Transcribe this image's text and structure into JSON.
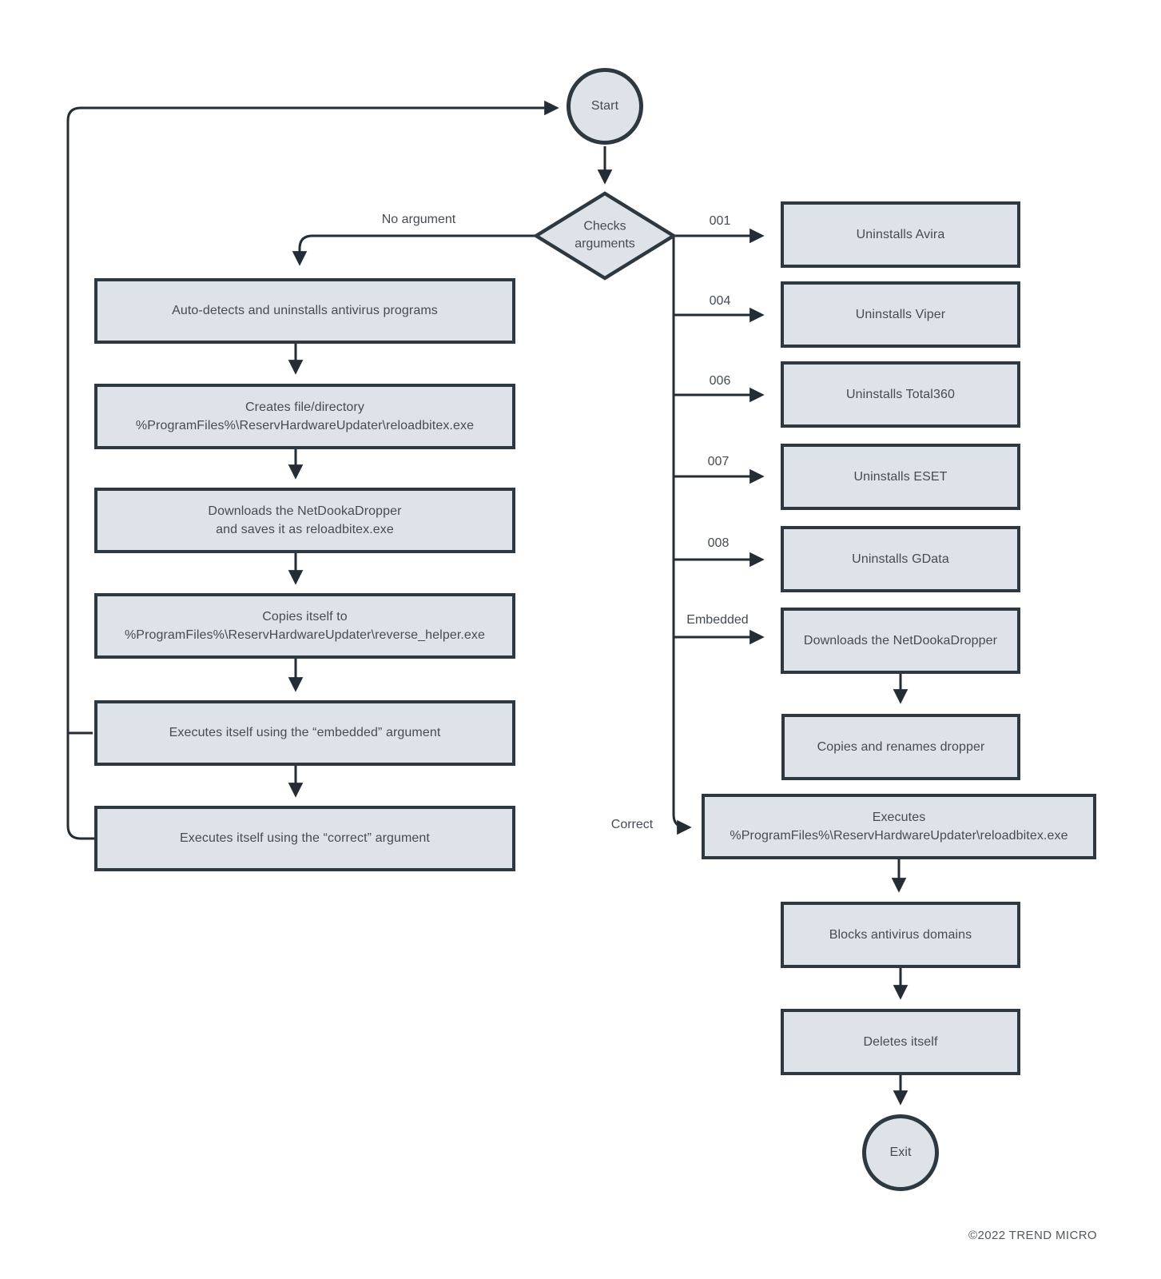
{
  "flow": {
    "start": "Start",
    "decision": "Checks\narguments",
    "no_argument_label": "No argument",
    "left_steps": [
      "Auto-detects and uninstalls antivirus programs",
      "Creates file/directory\n%ProgramFiles%\\ReservHardwareUpdater\\reloadbitex.exe",
      "Downloads the NetDookaDropper\nand saves it as reloadbitex.exe",
      "Copies itself to\n%ProgramFiles%\\ReservHardwareUpdater\\reverse_helper.exe",
      "Executes itself using the “embedded” argument",
      "Executes itself using the “correct” argument"
    ],
    "arg_branches": [
      {
        "condition": "001",
        "action": "Uninstalls Avira"
      },
      {
        "condition": "004",
        "action": "Uninstalls Viper"
      },
      {
        "condition": "006",
        "action": "Uninstalls Total360"
      },
      {
        "condition": "007",
        "action": "Uninstalls ESET"
      },
      {
        "condition": "008",
        "action": "Uninstalls GData"
      },
      {
        "condition": "Embedded",
        "action": "Downloads the NetDookaDropper"
      }
    ],
    "embedded_followup": "Copies and renames dropper",
    "correct_branch": {
      "condition": "Correct",
      "action": "Executes\n%ProgramFiles%\\ReservHardwareUpdater\\reloadbitex.exe"
    },
    "final_steps": [
      "Blocks antivirus domains",
      "Deletes itself"
    ],
    "exit": "Exit"
  },
  "footer": {
    "copyright": "©2022 TREND MICRO"
  },
  "colors": {
    "box_fill": "#dde3e8",
    "box_border": "#2e3840",
    "line": "#242d35",
    "text": "#454c54",
    "background": "#ffffff"
  }
}
